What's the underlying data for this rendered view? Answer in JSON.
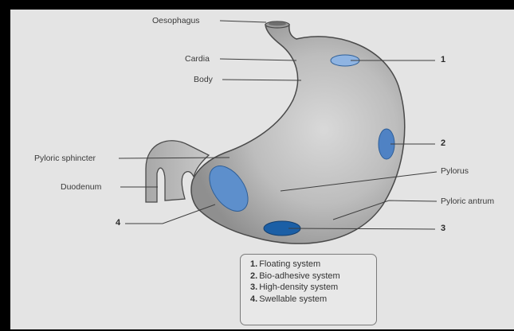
{
  "labels": {
    "oesophagus": "Oesophagus",
    "cardia": "Cardia",
    "body": "Body",
    "pyloric_sphincter": "Pyloric sphincter",
    "duodenum": "Duodenum",
    "pylorus": "Pylorus",
    "pyloric_antrum": "Pyloric antrum"
  },
  "markers": {
    "m1": "1",
    "m2": "2",
    "m3": "3",
    "m4": "4"
  },
  "legend": {
    "items": [
      {
        "num": "1.",
        "text": "Floating system"
      },
      {
        "num": "2.",
        "text": "Bio-adhesive system"
      },
      {
        "num": "3.",
        "text": "High-density system"
      },
      {
        "num": "4.",
        "text": "Swellable system"
      }
    ]
  },
  "colors": {
    "background": "#e4e4e4",
    "stomach_fill": "#b8b8b8",
    "outline": "#4a4a4a",
    "system_light": "#8fb4e2",
    "system_dark": "#1b5fa6"
  }
}
